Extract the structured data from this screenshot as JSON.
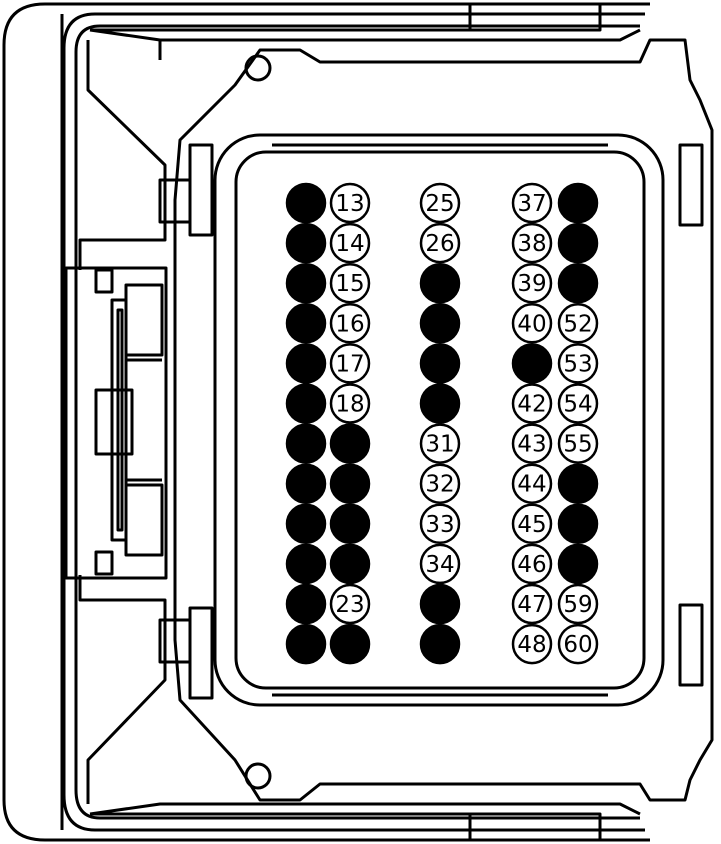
{
  "colors": {
    "line": "#000000",
    "background": "#ffffff",
    "filled_pin": "#000000",
    "open_pin": "#ffffff"
  },
  "connector": {
    "columns": [
      {
        "column": 1,
        "pins": [
          {
            "state": "filled"
          },
          {
            "state": "filled"
          },
          {
            "state": "filled"
          },
          {
            "state": "filled"
          },
          {
            "state": "filled"
          },
          {
            "state": "filled"
          },
          {
            "state": "filled"
          },
          {
            "state": "filled"
          },
          {
            "state": "filled"
          },
          {
            "state": "filled"
          },
          {
            "state": "filled"
          },
          {
            "state": "filled"
          }
        ]
      },
      {
        "column": 2,
        "pins": [
          {
            "state": "open",
            "label": "13"
          },
          {
            "state": "open",
            "label": "14"
          },
          {
            "state": "open",
            "label": "15"
          },
          {
            "state": "open",
            "label": "16"
          },
          {
            "state": "open",
            "label": "17"
          },
          {
            "state": "open",
            "label": "18"
          },
          {
            "state": "filled"
          },
          {
            "state": "filled"
          },
          {
            "state": "filled"
          },
          {
            "state": "filled"
          },
          {
            "state": "open",
            "label": "23"
          },
          {
            "state": "filled"
          }
        ]
      },
      {
        "column": 3,
        "pins": [
          {
            "state": "open",
            "label": "25"
          },
          {
            "state": "open",
            "label": "26"
          },
          {
            "state": "filled"
          },
          {
            "state": "filled"
          },
          {
            "state": "filled"
          },
          {
            "state": "filled"
          },
          {
            "state": "open",
            "label": "31"
          },
          {
            "state": "open",
            "label": "32"
          },
          {
            "state": "open",
            "label": "33"
          },
          {
            "state": "open",
            "label": "34"
          },
          {
            "state": "filled"
          },
          {
            "state": "filled"
          }
        ]
      },
      {
        "column": 4,
        "pins": [
          {
            "state": "open",
            "label": "37"
          },
          {
            "state": "open",
            "label": "38"
          },
          {
            "state": "open",
            "label": "39"
          },
          {
            "state": "open",
            "label": "40"
          },
          {
            "state": "filled"
          },
          {
            "state": "open",
            "label": "42"
          },
          {
            "state": "open",
            "label": "43"
          },
          {
            "state": "open",
            "label": "44"
          },
          {
            "state": "open",
            "label": "45"
          },
          {
            "state": "open",
            "label": "46"
          },
          {
            "state": "open",
            "label": "47"
          },
          {
            "state": "open",
            "label": "48"
          }
        ]
      },
      {
        "column": 5,
        "pins": [
          {
            "state": "filled"
          },
          {
            "state": "filled"
          },
          {
            "state": "filled"
          },
          {
            "state": "open",
            "label": "52"
          },
          {
            "state": "open",
            "label": "53"
          },
          {
            "state": "open",
            "label": "54"
          },
          {
            "state": "open",
            "label": "55"
          },
          {
            "state": "filled"
          },
          {
            "state": "filled"
          },
          {
            "state": "filled"
          },
          {
            "state": "open",
            "label": "59"
          },
          {
            "state": "open",
            "label": "60"
          }
        ]
      }
    ]
  }
}
